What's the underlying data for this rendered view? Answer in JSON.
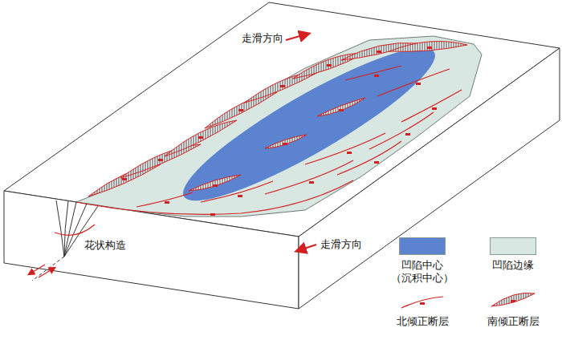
{
  "diagram": {
    "labels": [
      "走滑方向",
      "走滑方向",
      "花状构造"
    ],
    "legend": [
      {
        "text": "凹陷中心 （沉积中心）",
        "color": "#5b83d0"
      },
      {
        "text": "凹陷边缘",
        "color": "#d8e7e1"
      },
      {
        "text": "北倾正断层"
      },
      {
        "text": "南倾正断层"
      }
    ]
  }
}
